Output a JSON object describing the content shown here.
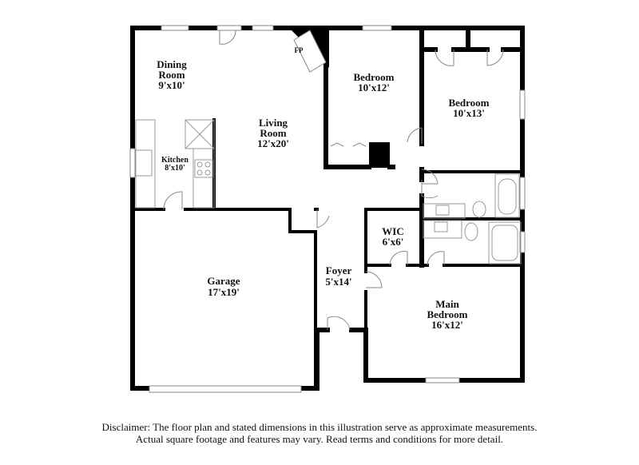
{
  "rooms": [
    {
      "name": "Dining",
      "name2": "Room",
      "dims": "9'x10'"
    },
    {
      "name": "Living",
      "name2": "Room",
      "dims": "12'x20'"
    },
    {
      "name": "Bedroom",
      "dims": "10'x12'"
    },
    {
      "name": "Bedroom",
      "dims": "10'x13'"
    },
    {
      "name": "Kitchen",
      "dims": "8'x10'"
    },
    {
      "name": "WIC",
      "dims": "6'x6'"
    },
    {
      "name": "Garage",
      "dims": "17'x19'"
    },
    {
      "name": "Foyer",
      "dims": "5'x14'"
    },
    {
      "name": "Main",
      "name2": "Bedroom",
      "dims": "16'x12'"
    }
  ],
  "fireplace_label": "FP",
  "disclaimer": {
    "line1": "Disclaimer: The floor plan and stated dimensions in this illustration serve as approximate measurements.",
    "line2": "Actual square footage and features may vary. Read terms and conditions for more detail."
  },
  "colors": {
    "wall": "#000000",
    "fixture": "#999999",
    "background": "#ffffff"
  }
}
